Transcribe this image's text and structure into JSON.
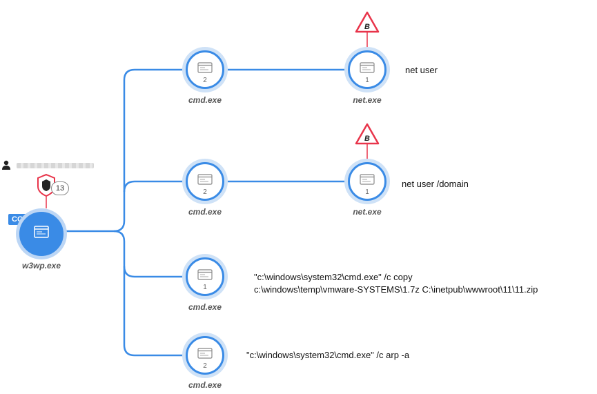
{
  "colors": {
    "edge": "#3a8be6",
    "halo": "#cfe2f7",
    "alert": "#e8344a",
    "text": "#111111",
    "label": "#555555"
  },
  "root": {
    "process": "w3wp.exe",
    "tag": "CGO",
    "detection_count": "13",
    "user_icon": "person-icon",
    "shield_icon": "shield-detection-icon"
  },
  "branches": [
    {
      "process": "cmd.exe",
      "count": "2",
      "child": {
        "process": "net.exe",
        "count": "1",
        "alert_letter": "B",
        "command": "net user"
      }
    },
    {
      "process": "cmd.exe",
      "count": "2",
      "child": {
        "process": "net.exe",
        "count": "1",
        "alert_letter": "B",
        "command": "net user /domain"
      }
    },
    {
      "process": "cmd.exe",
      "count": "1",
      "command_line1": "\"c:\\windows\\system32\\cmd.exe\" /c copy",
      "command_line2": "c:\\windows\\temp\\vmware-SYSTEMS\\1.7z C:\\inetpub\\wwwroot\\11\\11.zip"
    },
    {
      "process": "cmd.exe",
      "count": "2",
      "command_line1": "\"c:\\windows\\system32\\cmd.exe\" /c arp -a"
    }
  ]
}
